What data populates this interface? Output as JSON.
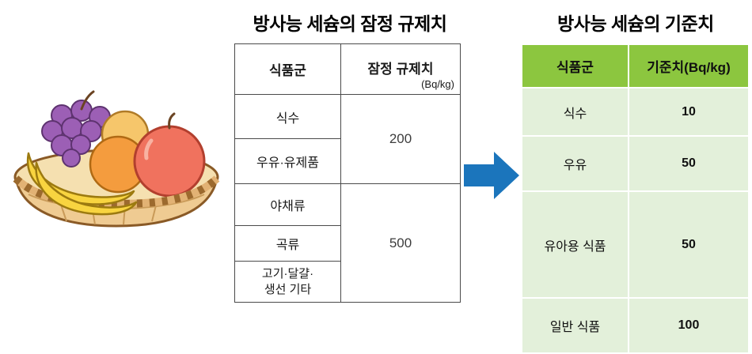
{
  "mid_table": {
    "title": "방사능 세슘의 잠정 규제치",
    "headers": {
      "food_group": "식품군",
      "limit": "잠정 규제치",
      "unit": "(Bq/kg)"
    },
    "groups": [
      {
        "rows": [
          "식수",
          "우유·유제품"
        ],
        "value": "200"
      },
      {
        "rows": [
          "야채류",
          "곡류",
          "고기·달걀·\n생선 기타"
        ],
        "value": "500"
      }
    ]
  },
  "right_table": {
    "title": "방사능 세슘의 기준치",
    "headers": {
      "food_group": "식품군",
      "limit": "기준치(Bq/kg)"
    },
    "rows": [
      {
        "label": "식수",
        "value": "10"
      },
      {
        "label": "우유",
        "value": "50"
      },
      {
        "label": "유아용 식품",
        "value": "50"
      },
      {
        "label": "일반 식품",
        "value": "100"
      }
    ]
  },
  "arrow": {
    "icon": "right-arrow",
    "color": "#1B75BC"
  },
  "illustration": {
    "icon": "fruit-basket"
  },
  "colors": {
    "header_green": "#8CC63F",
    "cell_green": "#E3F0DA",
    "arrow_blue": "#1B75BC"
  }
}
